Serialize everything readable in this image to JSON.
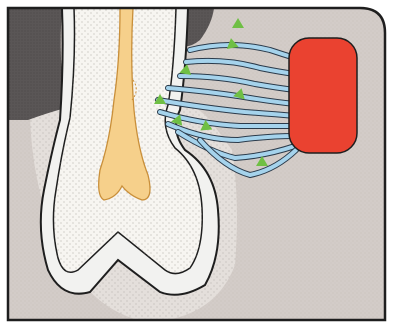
{
  "diagram": {
    "type": "dental cross-section illustration",
    "colors": {
      "background": "#d3ccc8",
      "outline": "#1e1e1e",
      "enamel": "#f2f2f0",
      "dentin": "#f7f5f1",
      "pulp": "#f6d08b",
      "pulp_outline": "#c98f3a",
      "gum": "#5a5656",
      "bone": "#e4dfdb",
      "fibers": "#a5d3ec",
      "fiber_outline": "#2a3a4a",
      "tissue_block": "#ea4230",
      "markers": "#6fbf44"
    },
    "fiber_count": 9,
    "marker_count": 8,
    "labels": []
  }
}
